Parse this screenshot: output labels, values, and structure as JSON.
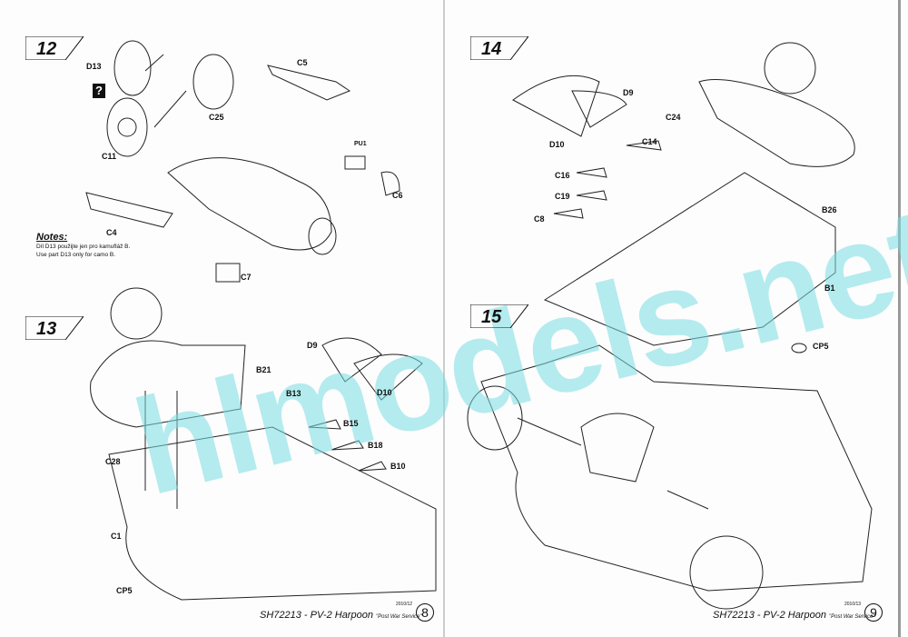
{
  "steps": [
    "12",
    "13",
    "14",
    "15"
  ],
  "parts_left": [
    "D13",
    "C11",
    "C25",
    "C5",
    "PU1",
    "C6",
    "C4",
    "C7",
    "D9",
    "B21",
    "B13",
    "D10",
    "B15",
    "B18",
    "B10",
    "C28",
    "C1",
    "CP5"
  ],
  "parts_right": [
    "D9",
    "C24",
    "C14",
    "D10",
    "C16",
    "C19",
    "C8",
    "B26",
    "B1",
    "CP5"
  ],
  "notes": {
    "title": "Notes:",
    "line1": "Díl D13 použijte jen pro kamufláž B.",
    "line2": "Use part D13 only for camo B.",
    "question_mark": "?"
  },
  "footer_left": {
    "title": "SH72213 - PV-2 Harpoon",
    "subtitle": "\"Post War Service\"",
    "date": "2010/12",
    "page": "8"
  },
  "footer_right": {
    "title": "SH72213 - PV-2 Harpoon",
    "subtitle": "\"Post War Service\"",
    "date": "2010/13",
    "page": "9"
  },
  "watermark": "hlmodels.net"
}
